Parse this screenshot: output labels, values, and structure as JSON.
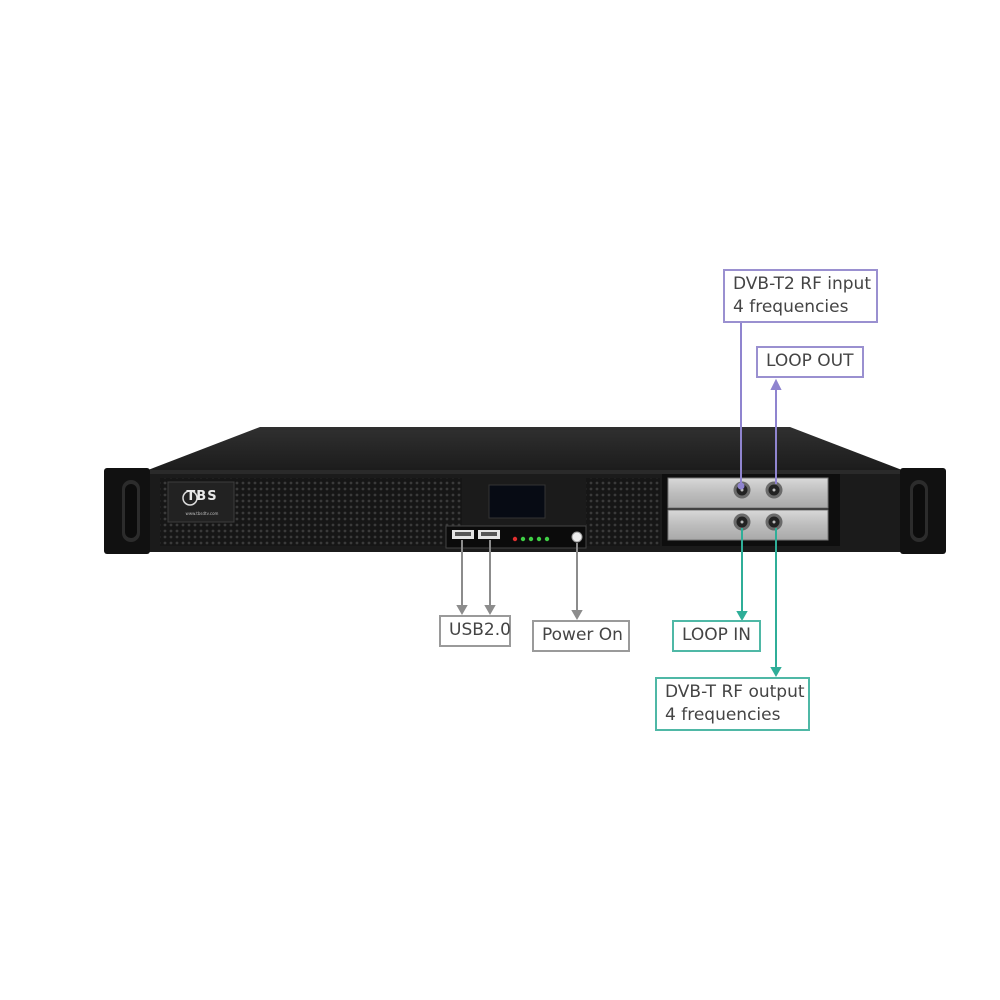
{
  "device": {
    "logo_text": "TBS",
    "logo_url": "www.tbsdtv.com"
  },
  "labels": {
    "dvbt2_input": [
      "DVB-T2 RF input",
      "4 frequencies"
    ],
    "loop_out": "LOOP OUT",
    "usb": "USB2.0",
    "power_on": "Power On",
    "loop_in": "LOOP IN",
    "dvbt_output": [
      "DVB-T RF output",
      "4 frequencies"
    ]
  },
  "colors": {
    "gray_connector": "#8c8c8c",
    "purple_connector": "#8f84cf",
    "teal_connector": "#2fae98",
    "chassis": "#1b1b1b",
    "rf_module": "#c9c9c9"
  }
}
